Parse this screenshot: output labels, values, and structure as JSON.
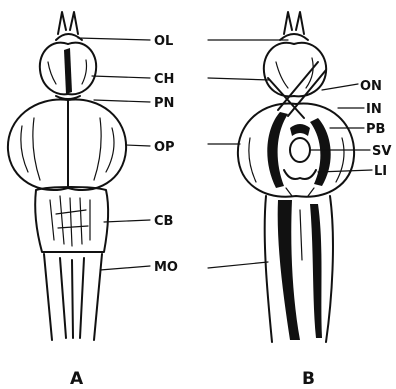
{
  "figure_a": {
    "caption": "A",
    "labels": {
      "ol": "OL",
      "ch": "CH",
      "pn": "PN",
      "op": "OP",
      "cb": "CB",
      "mo": "MO"
    }
  },
  "figure_b": {
    "caption": "B",
    "labels": {
      "on": "ON",
      "in": "IN",
      "pb": "PB",
      "sv": "SV",
      "li": "LI"
    }
  }
}
